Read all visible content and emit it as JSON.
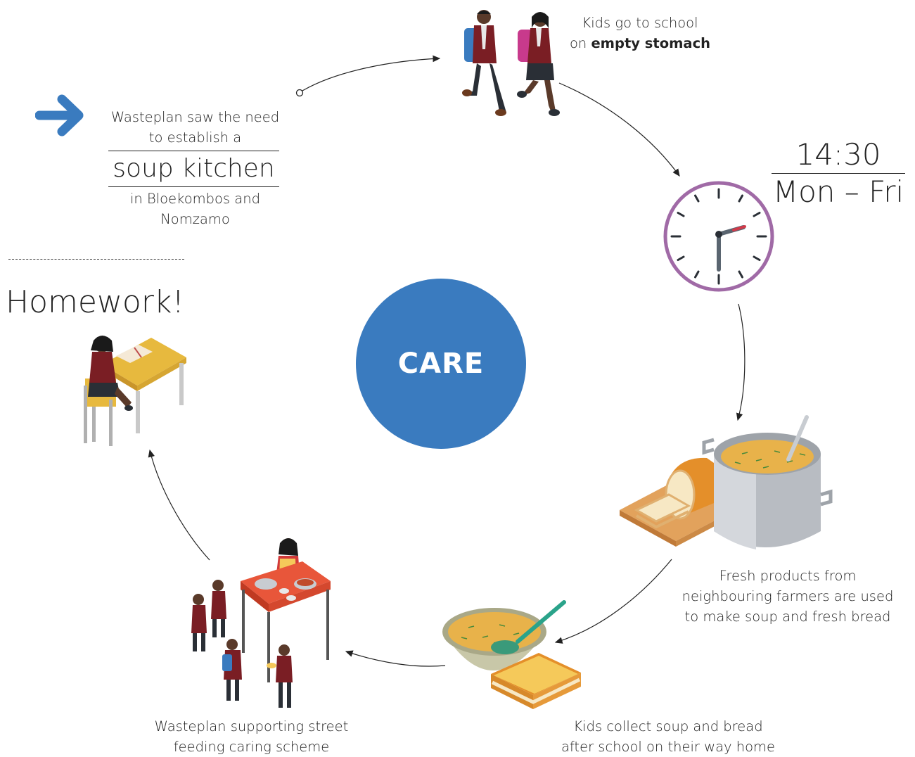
{
  "center": {
    "label": "CARE",
    "color": "#3a7bbf"
  },
  "intro": {
    "line1": "Wasteplan saw the need",
    "line2": "to establish a",
    "title": "soup kitchen",
    "line3": "in Bloekombos and",
    "line4": "Nomzamo",
    "arrow_icon": "arrow-right-icon",
    "arrow_color": "#3a7bbf"
  },
  "steps": {
    "kids": {
      "line1": "Kids go to school",
      "line2_prefix": "on ",
      "line2_bold": "empty stomach"
    },
    "time": {
      "clock": "14:30",
      "days": "Mon – Fri",
      "clock_color": "#a06aa6"
    },
    "fresh": {
      "line1": "Fresh products from",
      "line2": "neighbouring farmers are used",
      "line3": "to make soup and fresh bread"
    },
    "collect": {
      "line1": "Kids collect soup and bread",
      "line2": "after school on their way home"
    },
    "street": {
      "line1": "Wasteplan supporting street",
      "line2": "feeding caring scheme"
    },
    "homework": {
      "label": "Homework!"
    }
  }
}
